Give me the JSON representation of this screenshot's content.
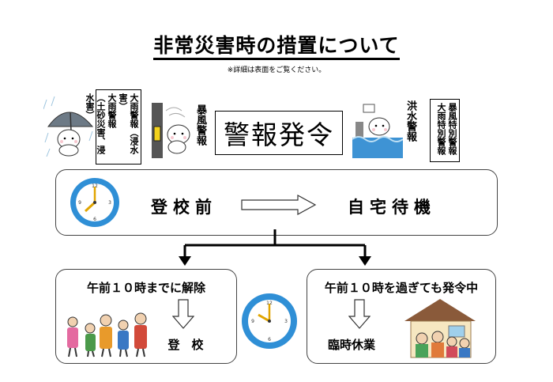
{
  "header": {
    "title": "非常災害時の措置について",
    "note": "※詳細は表面をご覧ください。"
  },
  "alerts": {
    "box_heavy_rain": [
      "大雨警報（浸水害）",
      "大雨警報",
      "（土砂災害、浸水害）"
    ],
    "storm_label": "暴風警報",
    "center_label": "警報発令",
    "flood_label": "洪水警報",
    "box_special": [
      "暴風特別警報",
      "大雨特別警報"
    ]
  },
  "flow": {
    "before_school": "登校前",
    "stay_home": "自宅待機",
    "left_case": {
      "heading": "午前１０時までに解除",
      "result": "登　校"
    },
    "right_case": {
      "heading": "午前１０時を過ぎても発令中",
      "result": "臨時休業"
    }
  },
  "icons": [
    "umbrella-bear-icon",
    "wind-bear-icon",
    "flood-bear-icon",
    "clock-icon",
    "students-icon",
    "family-house-icon"
  ],
  "colors": {
    "clock_ring": "#2f8fd6",
    "clock_hand": "#e1a500",
    "arrow": "#000000"
  }
}
